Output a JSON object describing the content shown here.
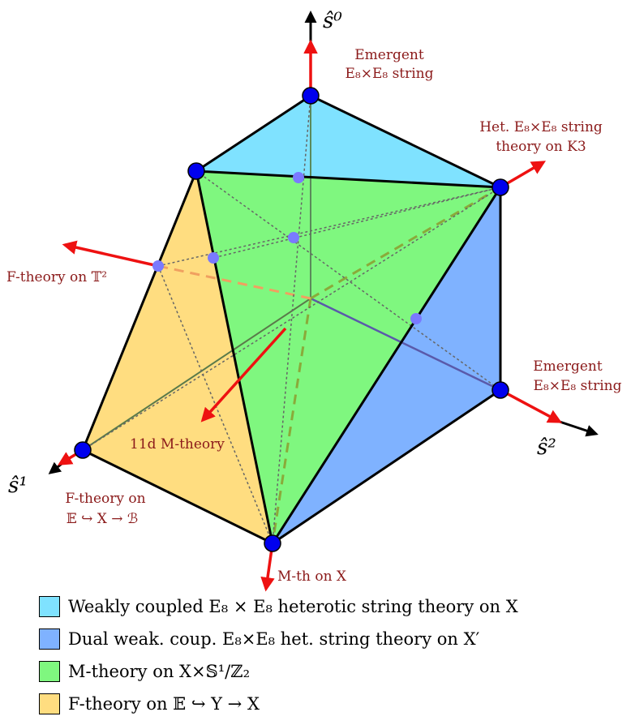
{
  "axes": {
    "s0": "ŝ⁰",
    "s1": "ŝ¹",
    "s2": "ŝ²"
  },
  "labels": {
    "top_line1": "Emergent",
    "top_line2": "E₈×E₈ string",
    "het_line1": "Het. E₈×E₈ string",
    "het_line2": "theory on K3",
    "ftheory_t2": "F-theory on 𝕋²",
    "emergent_right_line1": "Emergent",
    "emergent_right_line2": "E₈×E₈ string",
    "mtheory_11d": "11d M-theory",
    "ftheory_fib_line1": "F-theory on",
    "ftheory_fib_line2": "𝔼 ↪ X → ℬ",
    "mth_x": "M-th on X"
  },
  "legend": [
    {
      "text": "Weakly coupled E₈ × E₈ heterotic string theory on X",
      "color": "#7fe2ff"
    },
    {
      "text": "Dual weak. coup. E₈×E₈ het. string theory on X′",
      "color": "#7fb2ff"
    },
    {
      "text": "M-theory on X×𝕊¹/ℤ₂",
      "color": "#7ff77f"
    },
    {
      "text": "F-theory on 𝔼 ↪ Y → X",
      "color": "#ffdd80"
    }
  ],
  "colors": {
    "cyan_face": "#7fe2ff",
    "blue_face": "#7fb2ff",
    "green_face": "#7ff77f",
    "yellow_face": "#ffdd80",
    "arrow_red": "#ee1111",
    "vertex_blue": "#0000ee",
    "label_red": "#8b1a1a"
  }
}
